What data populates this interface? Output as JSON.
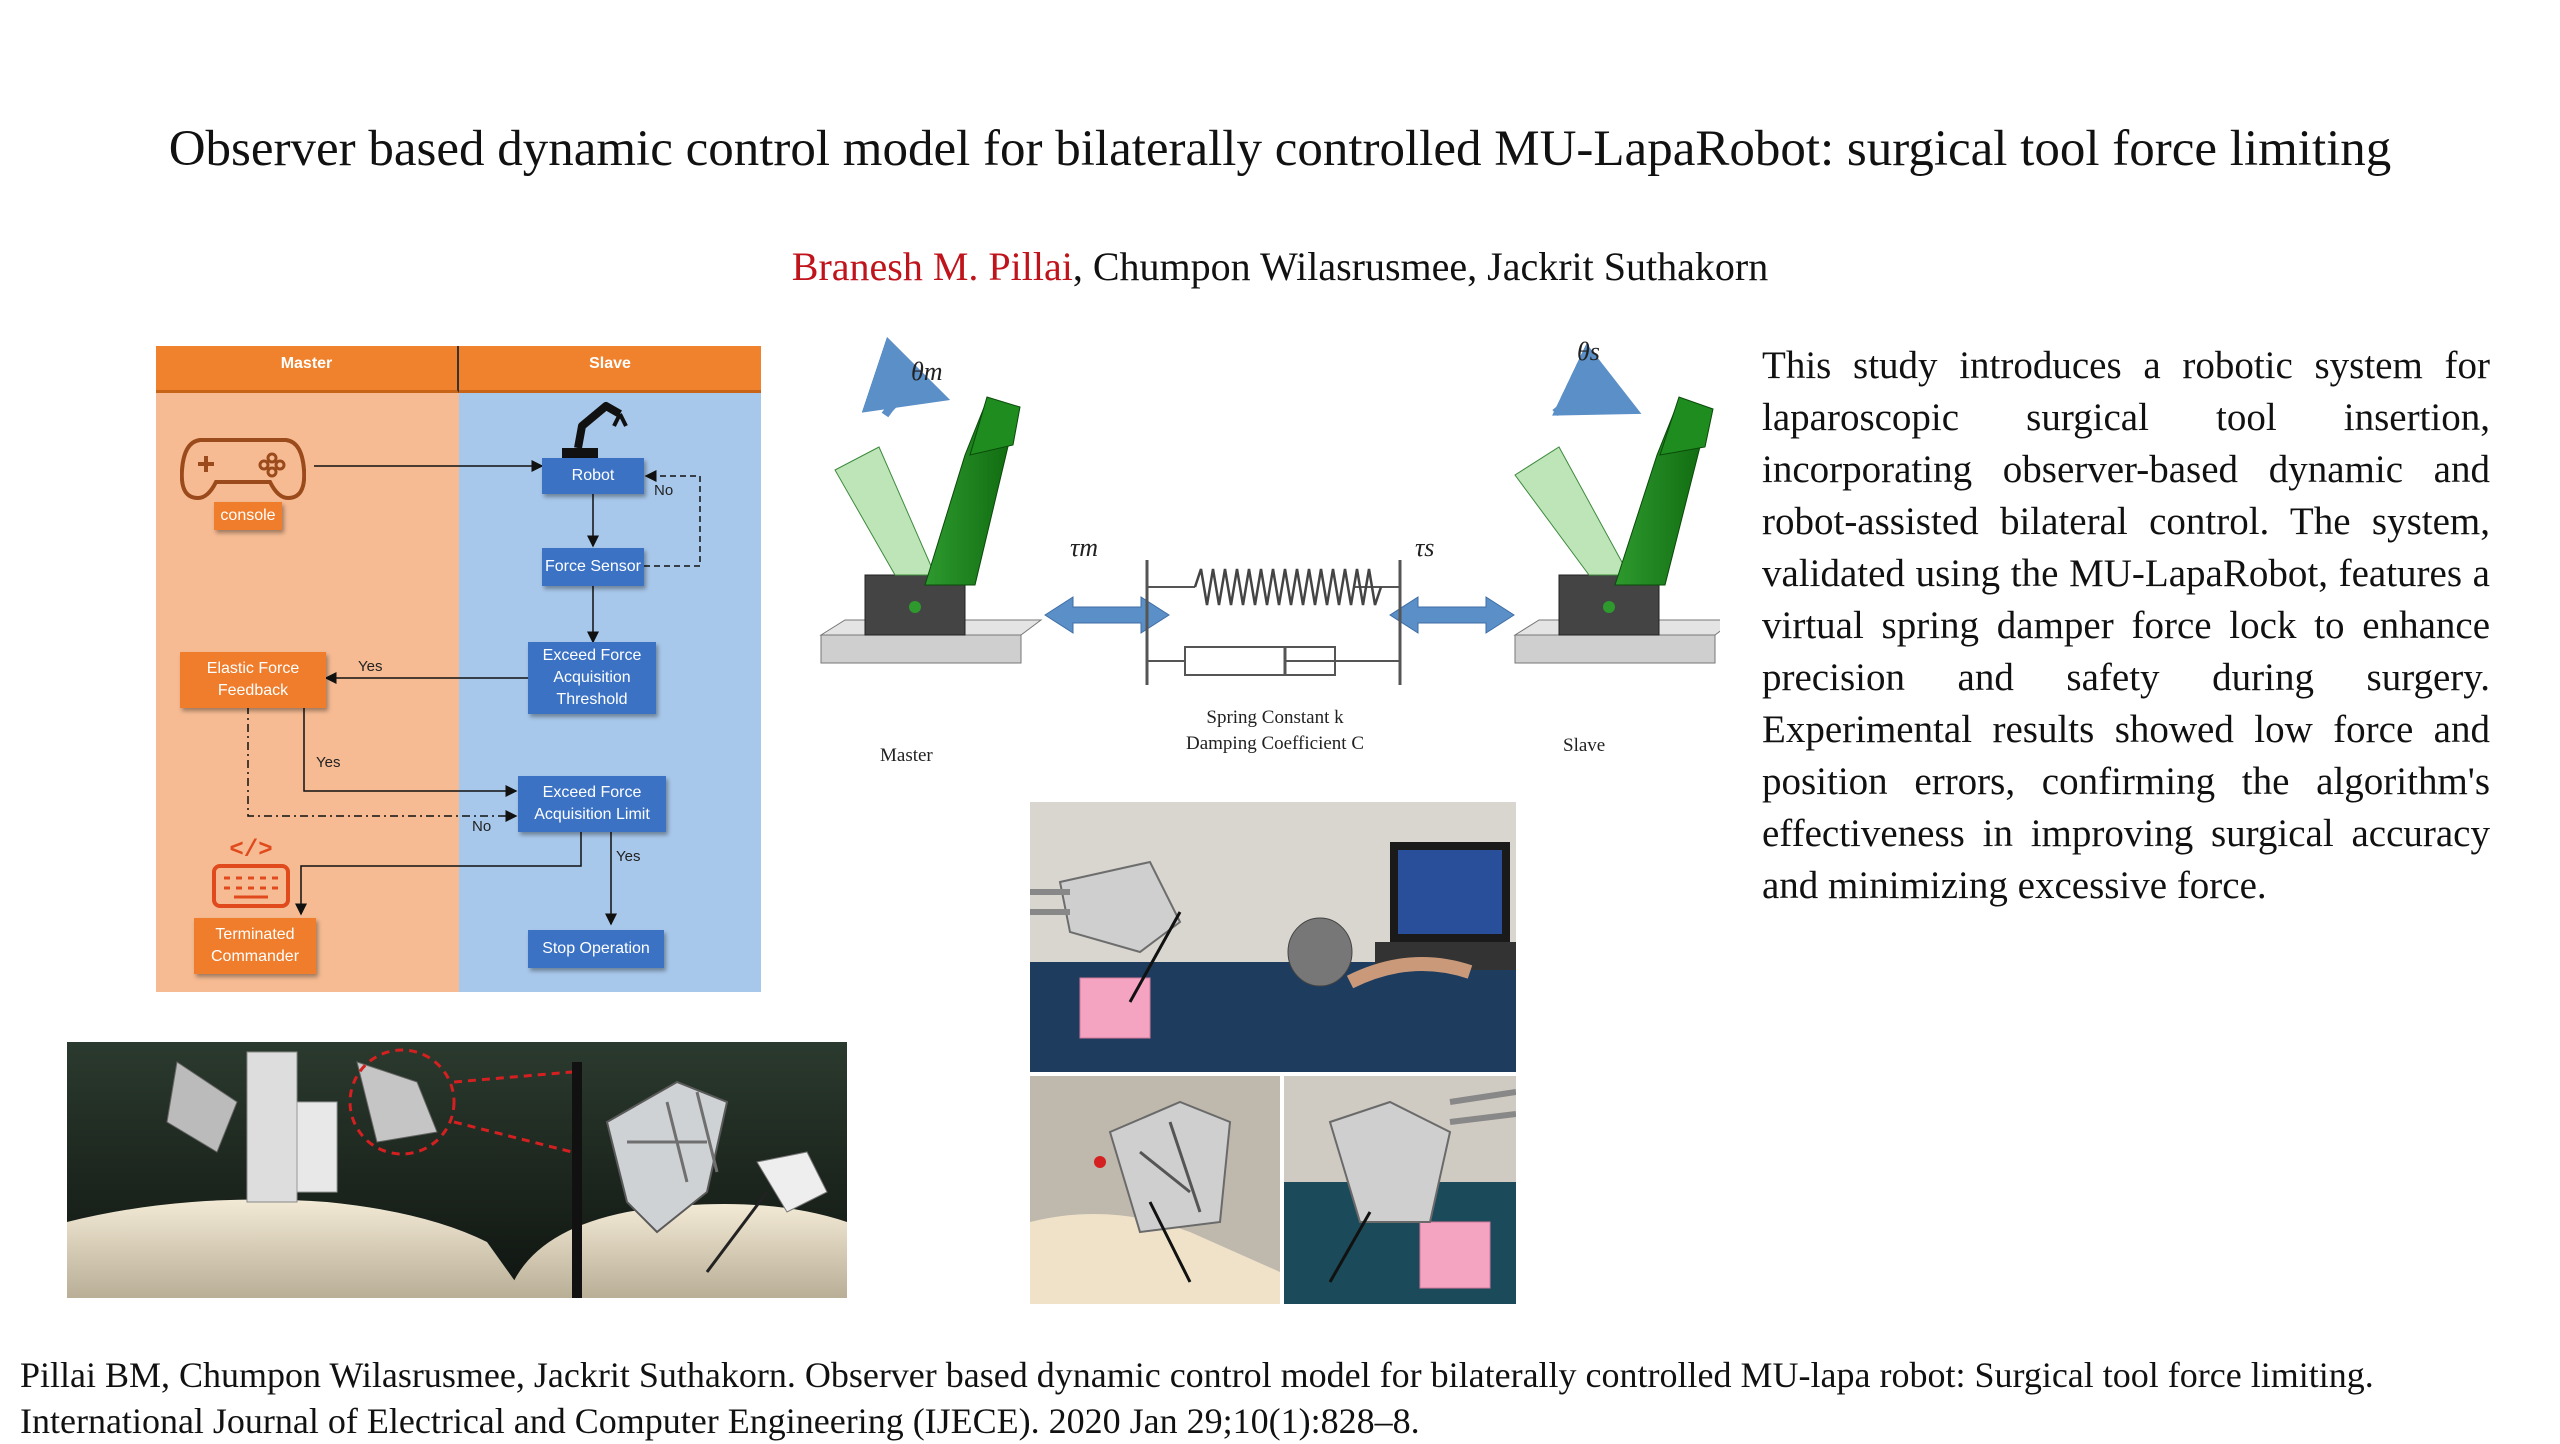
{
  "title": "Observer based dynamic control model for bilaterally controlled MU-LapaRobot: surgical tool force limiting",
  "authors": {
    "first": "Branesh M. Pillai",
    "rest": ", Chumpon Wilasrusmee, Jackrit Suthakorn"
  },
  "abstract": "This study introduces a robotic system for laparoscopic surgical tool insertion, incorporating observer-based dynamic and robot-assisted bilateral control. The system, validated using the MU-LapaRobot, features a virtual spring damper force lock to enhance precision and safety during surgery. Experimental results showed low force and position errors, confirming the algorithm's effectiveness in improving surgical accuracy and minimizing excessive force.",
  "citation": {
    "line1": "Pillai BM, Chumpon Wilasrusmee, Jackrit Suthakorn. Observer based dynamic control model for bilaterally controlled MU-lapa robot: Surgical tool force limiting.",
    "line2": "International Journal of Electrical and Computer Engineering (IJECE). 2020 Jan 29;10(1):828–8."
  },
  "flowchart": {
    "lane_master": "Master",
    "lane_slave": "Slave",
    "console": "console",
    "robot": "Robot",
    "force_sensor": "Force Sensor",
    "exceed_threshold": [
      "Exceed Force",
      "Acquisition",
      "Threshold"
    ],
    "elastic_feedback": [
      "Elastic Force",
      "Feedback"
    ],
    "exceed_limit": [
      "Exceed Force",
      "Acquisition Limit"
    ],
    "terminated": [
      "Terminated",
      "Commander"
    ],
    "stop": "Stop Operation",
    "yes": "Yes",
    "no": "No",
    "colors": {
      "master_bg": "#f6bb93",
      "slave_bg": "#a8c8eb",
      "header": "#f0822d",
      "box_blue": "#3b72c4",
      "box_orange": "#ef7d2c"
    }
  },
  "spring_diagram": {
    "theta_m": "θm",
    "theta_s": "θs",
    "tau_m": "τm",
    "tau_s": "τs",
    "spring_label": "Spring Constant k",
    "damping_label": "Damping Coefficient C",
    "master_label": "Master",
    "slave_label": "Slave"
  }
}
